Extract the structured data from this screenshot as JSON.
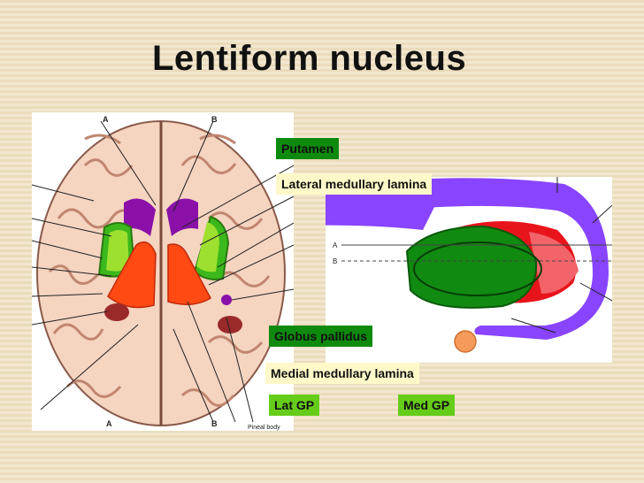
{
  "slide": {
    "title": "Lentiform nucleus"
  },
  "labels": {
    "putamen": "Putamen",
    "lateral_medullary_lamina": "Lateral medullary lamina",
    "globus_pallidus": "Globus pallidus",
    "medial_medullary_lamina": "Medial  medullary lamina",
    "lat_gp": "Lat GP",
    "med_gp": "Med GP"
  },
  "brain_section": {
    "marker_a_top": "A",
    "marker_b_top": "B",
    "marker_a_bottom": "A",
    "marker_b_bottom": "B",
    "pineal_label": "Pineal body"
  },
  "side_view": {
    "line_a": "A",
    "line_b": "B"
  },
  "colors": {
    "putamen": "#5fd21c",
    "globus_pallidus": "#ff4a14",
    "caudate": "#8a10a8",
    "side_caudate": "#8844ff",
    "side_thalamus": "#e8141c",
    "side_lentiform": "#118a11"
  }
}
